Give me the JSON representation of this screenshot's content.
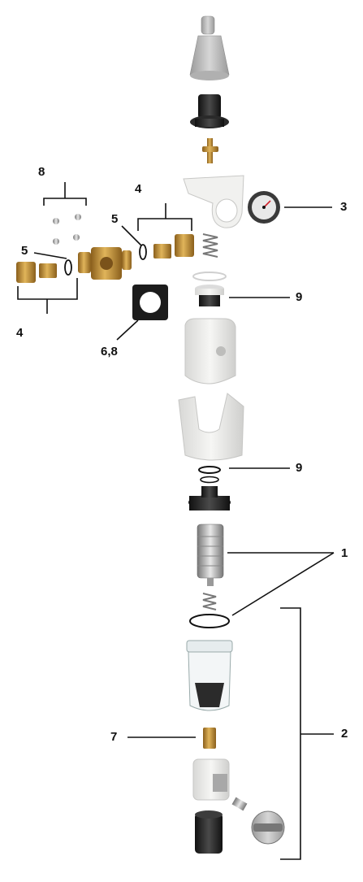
{
  "diagram": {
    "labels": {
      "l1": "1",
      "l2": "2",
      "l3": "3",
      "l4a": "4",
      "l4b": "4",
      "l5a": "5",
      "l5b": "5",
      "l6_8": "6,8",
      "l7": "7",
      "l8": "8",
      "l9a": "9",
      "l9b": "9"
    },
    "colors": {
      "brass": "#c9953a",
      "brass_dark": "#8a5f1c",
      "white_part": "#eeeeec",
      "grey_part": "#bdbdbd",
      "black_part": "#2a2a2a",
      "line": "#111111"
    }
  }
}
